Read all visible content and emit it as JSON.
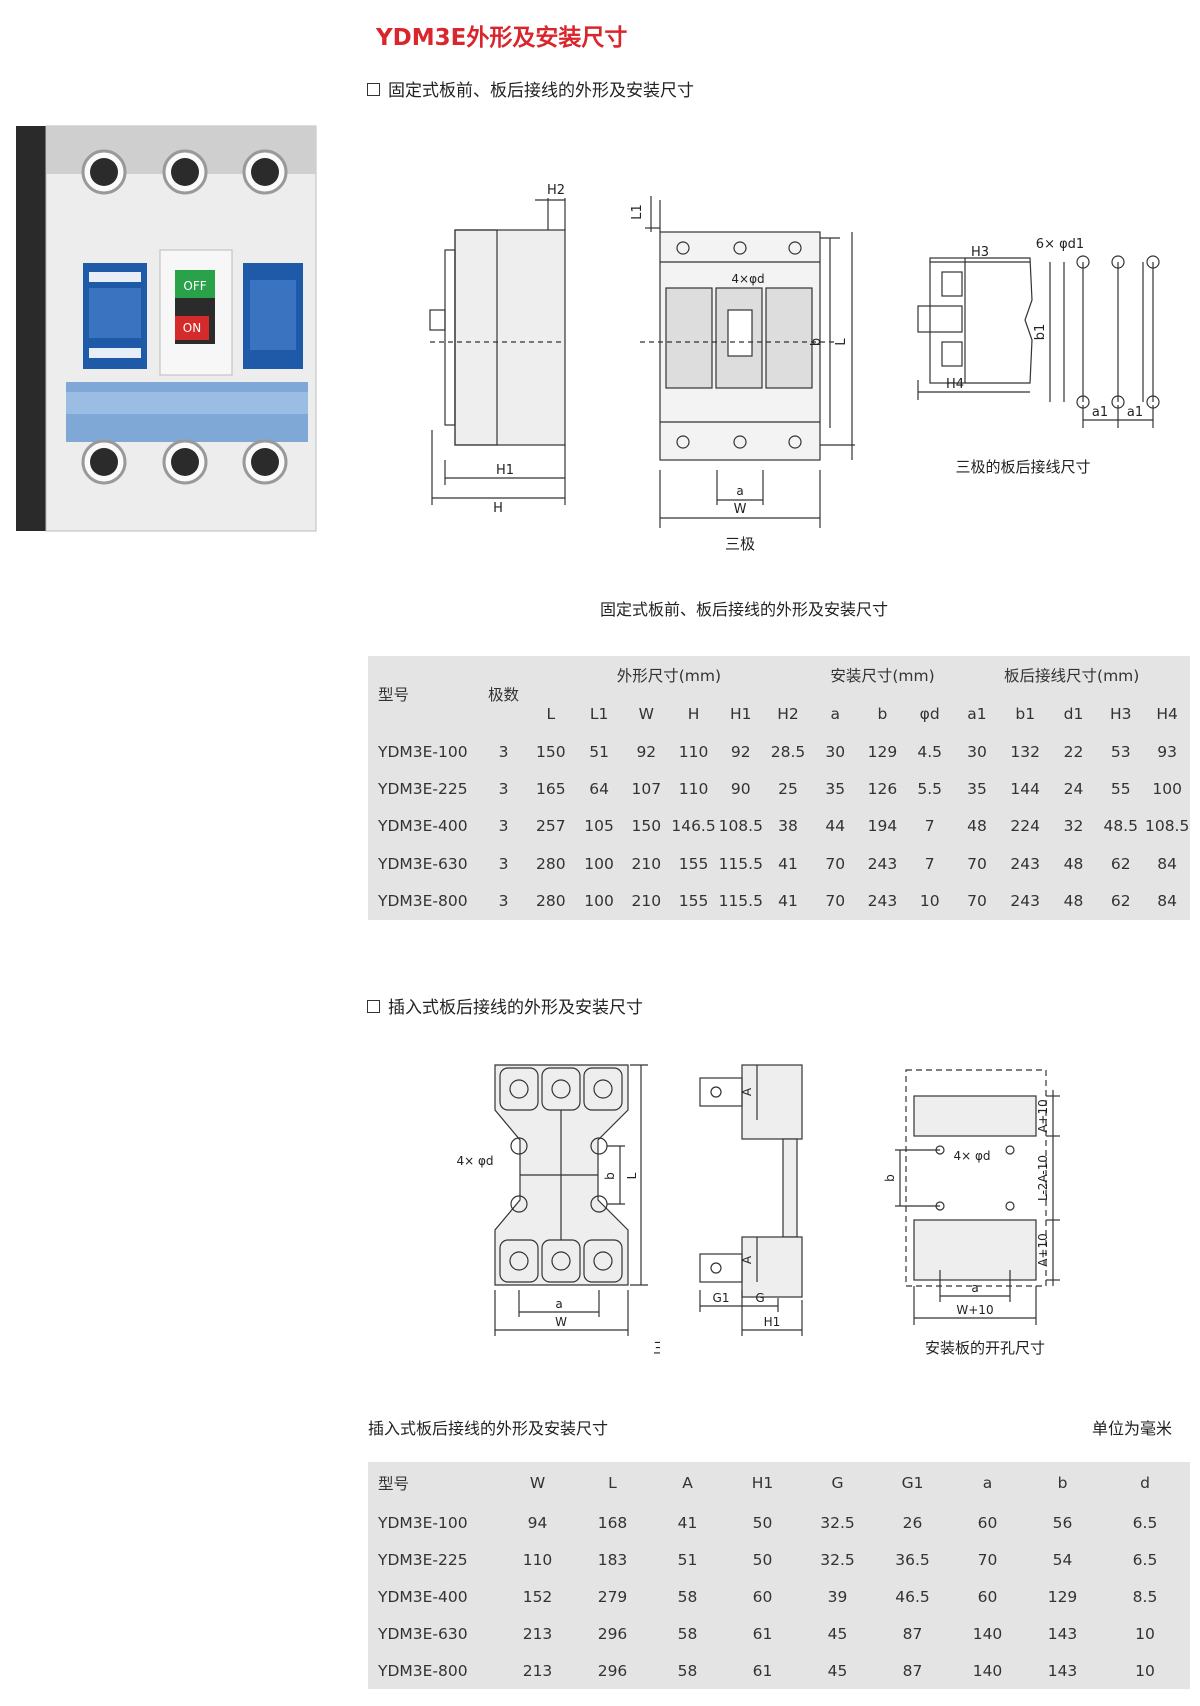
{
  "title": "YDM3E外形及安装尺寸",
  "section1": {
    "heading": "固定式板前、板后接线的外形及安装尺寸",
    "side_labels": {
      "H2": "H2",
      "H1": "H1",
      "H": "H"
    },
    "front_labels": {
      "L1": "L1",
      "hole": "4×φd",
      "b": "b",
      "L": "L",
      "a": "a",
      "W": "W"
    },
    "front_caption": "三极",
    "back_labels": {
      "d1": "6× φd1",
      "H3": "H3",
      "H4": "H4",
      "b1": "b1",
      "a1_left": "a1",
      "a1_right": "a1"
    },
    "back_caption": "三极的板后接线尺寸",
    "table_caption": "固定式板前、板后接线的外形及安装尺寸"
  },
  "table1": {
    "group_headers": {
      "model": "型号",
      "poles": "极数",
      "outline": "外形尺寸(mm)",
      "install": "安装尺寸(mm)",
      "rear": "板后接线尺寸(mm)"
    },
    "columns": [
      "L",
      "L1",
      "W",
      "H",
      "H1",
      "H2",
      "a",
      "b",
      "φd",
      "a1",
      "b1",
      "d1",
      "H3",
      "H4"
    ],
    "rows": [
      [
        "YDM3E-100",
        "3",
        "150",
        "51",
        "92",
        "110",
        "92",
        "28.5",
        "30",
        "129",
        "4.5",
        "30",
        "132",
        "22",
        "53",
        "93"
      ],
      [
        "YDM3E-225",
        "3",
        "165",
        "64",
        "107",
        "110",
        "90",
        "25",
        "35",
        "126",
        "5.5",
        "35",
        "144",
        "24",
        "55",
        "100"
      ],
      [
        "YDM3E-400",
        "3",
        "257",
        "105",
        "150",
        "146.5",
        "108.5",
        "38",
        "44",
        "194",
        "7",
        "48",
        "224",
        "32",
        "48.5",
        "108.5"
      ],
      [
        "YDM3E-630",
        "3",
        "280",
        "100",
        "210",
        "155",
        "115.5",
        "41",
        "70",
        "243",
        "7",
        "70",
        "243",
        "48",
        "62",
        "84"
      ],
      [
        "YDM3E-800",
        "3",
        "280",
        "100",
        "210",
        "155",
        "115.5",
        "41",
        "70",
        "243",
        "10",
        "70",
        "243",
        "48",
        "62",
        "84"
      ]
    ]
  },
  "section2": {
    "heading": "插入式板后接线的外形及安装尺寸",
    "front_labels": {
      "hole": "4× φd",
      "b": "b",
      "L": "L",
      "a": "a",
      "W": "W"
    },
    "front_caption": "三极",
    "side_labels": {
      "A_top": "A",
      "A_bottom": "A",
      "G1": "G1",
      "G": "G",
      "H1": "H1"
    },
    "cutout_labels": {
      "b": "b",
      "hole": "4× φd",
      "A10_top": "A+10",
      "L2A": "L-2A-10",
      "A10_bottom": "A+10",
      "a": "a",
      "W10": "W+10"
    },
    "cutout_caption": "安装板的开孔尺寸",
    "table_caption": "插入式板后接线的外形及安装尺寸",
    "unit_note": "单位为毫米"
  },
  "table2": {
    "headers": [
      "型号",
      "W",
      "L",
      "A",
      "H1",
      "G",
      "G1",
      "a",
      "b",
      "d"
    ],
    "rows": [
      [
        "YDM3E-100",
        "94",
        "168",
        "41",
        "50",
        "32.5",
        "26",
        "60",
        "56",
        "6.5"
      ],
      [
        "YDM3E-225",
        "110",
        "183",
        "51",
        "50",
        "32.5",
        "36.5",
        "70",
        "54",
        "6.5"
      ],
      [
        "YDM3E-400",
        "152",
        "279",
        "58",
        "60",
        "39",
        "46.5",
        "60",
        "129",
        "8.5"
      ],
      [
        "YDM3E-630",
        "213",
        "296",
        "58",
        "61",
        "45",
        "87",
        "140",
        "143",
        "10"
      ],
      [
        "YDM3E-800",
        "213",
        "296",
        "58",
        "61",
        "45",
        "87",
        "140",
        "143",
        "10"
      ]
    ]
  },
  "product_photo": {
    "off_label": "OFF",
    "on_label": "ON"
  }
}
